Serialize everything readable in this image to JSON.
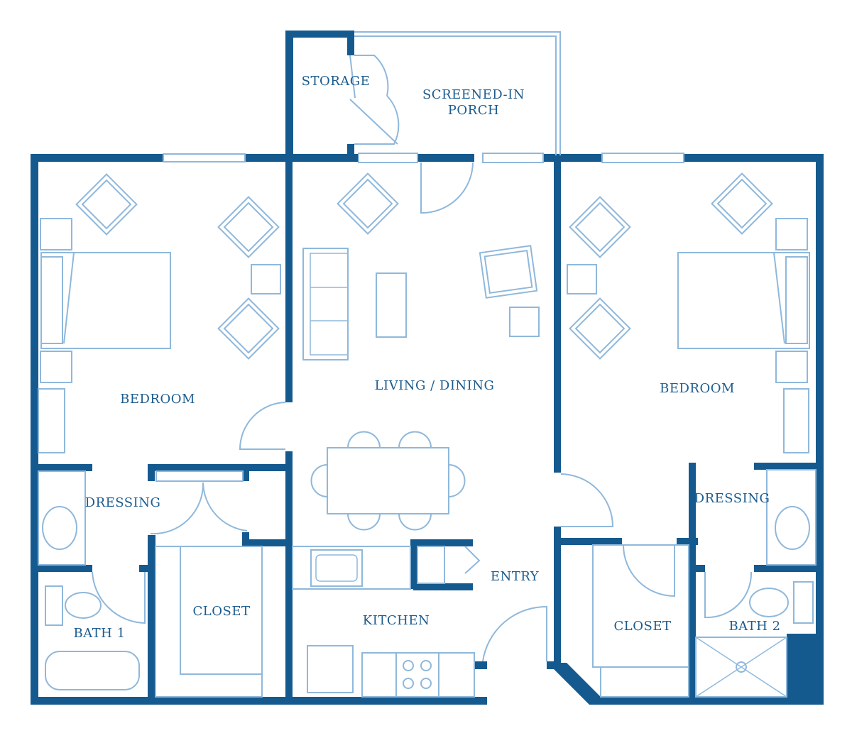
{
  "plan": {
    "wall_color": "#155a8f",
    "furniture_color": "#8fb8db",
    "label_color": "#1c5c8e"
  },
  "rooms": {
    "storage": "STORAGE",
    "porch_line1": "SCREENED-IN",
    "porch_line2": "PORCH",
    "bedroom_left": "BEDROOM",
    "living_dining": "LIVING / DINING",
    "bedroom_right": "BEDROOM",
    "dressing_left": "DRESSING",
    "dressing_right": "DRESSING",
    "closet_left": "CLOSET",
    "closet_right": "CLOSET",
    "bath_1": "BATH 1",
    "bath_2": "BATH 2",
    "entry": "ENTRY",
    "kitchen": "KITCHEN"
  }
}
